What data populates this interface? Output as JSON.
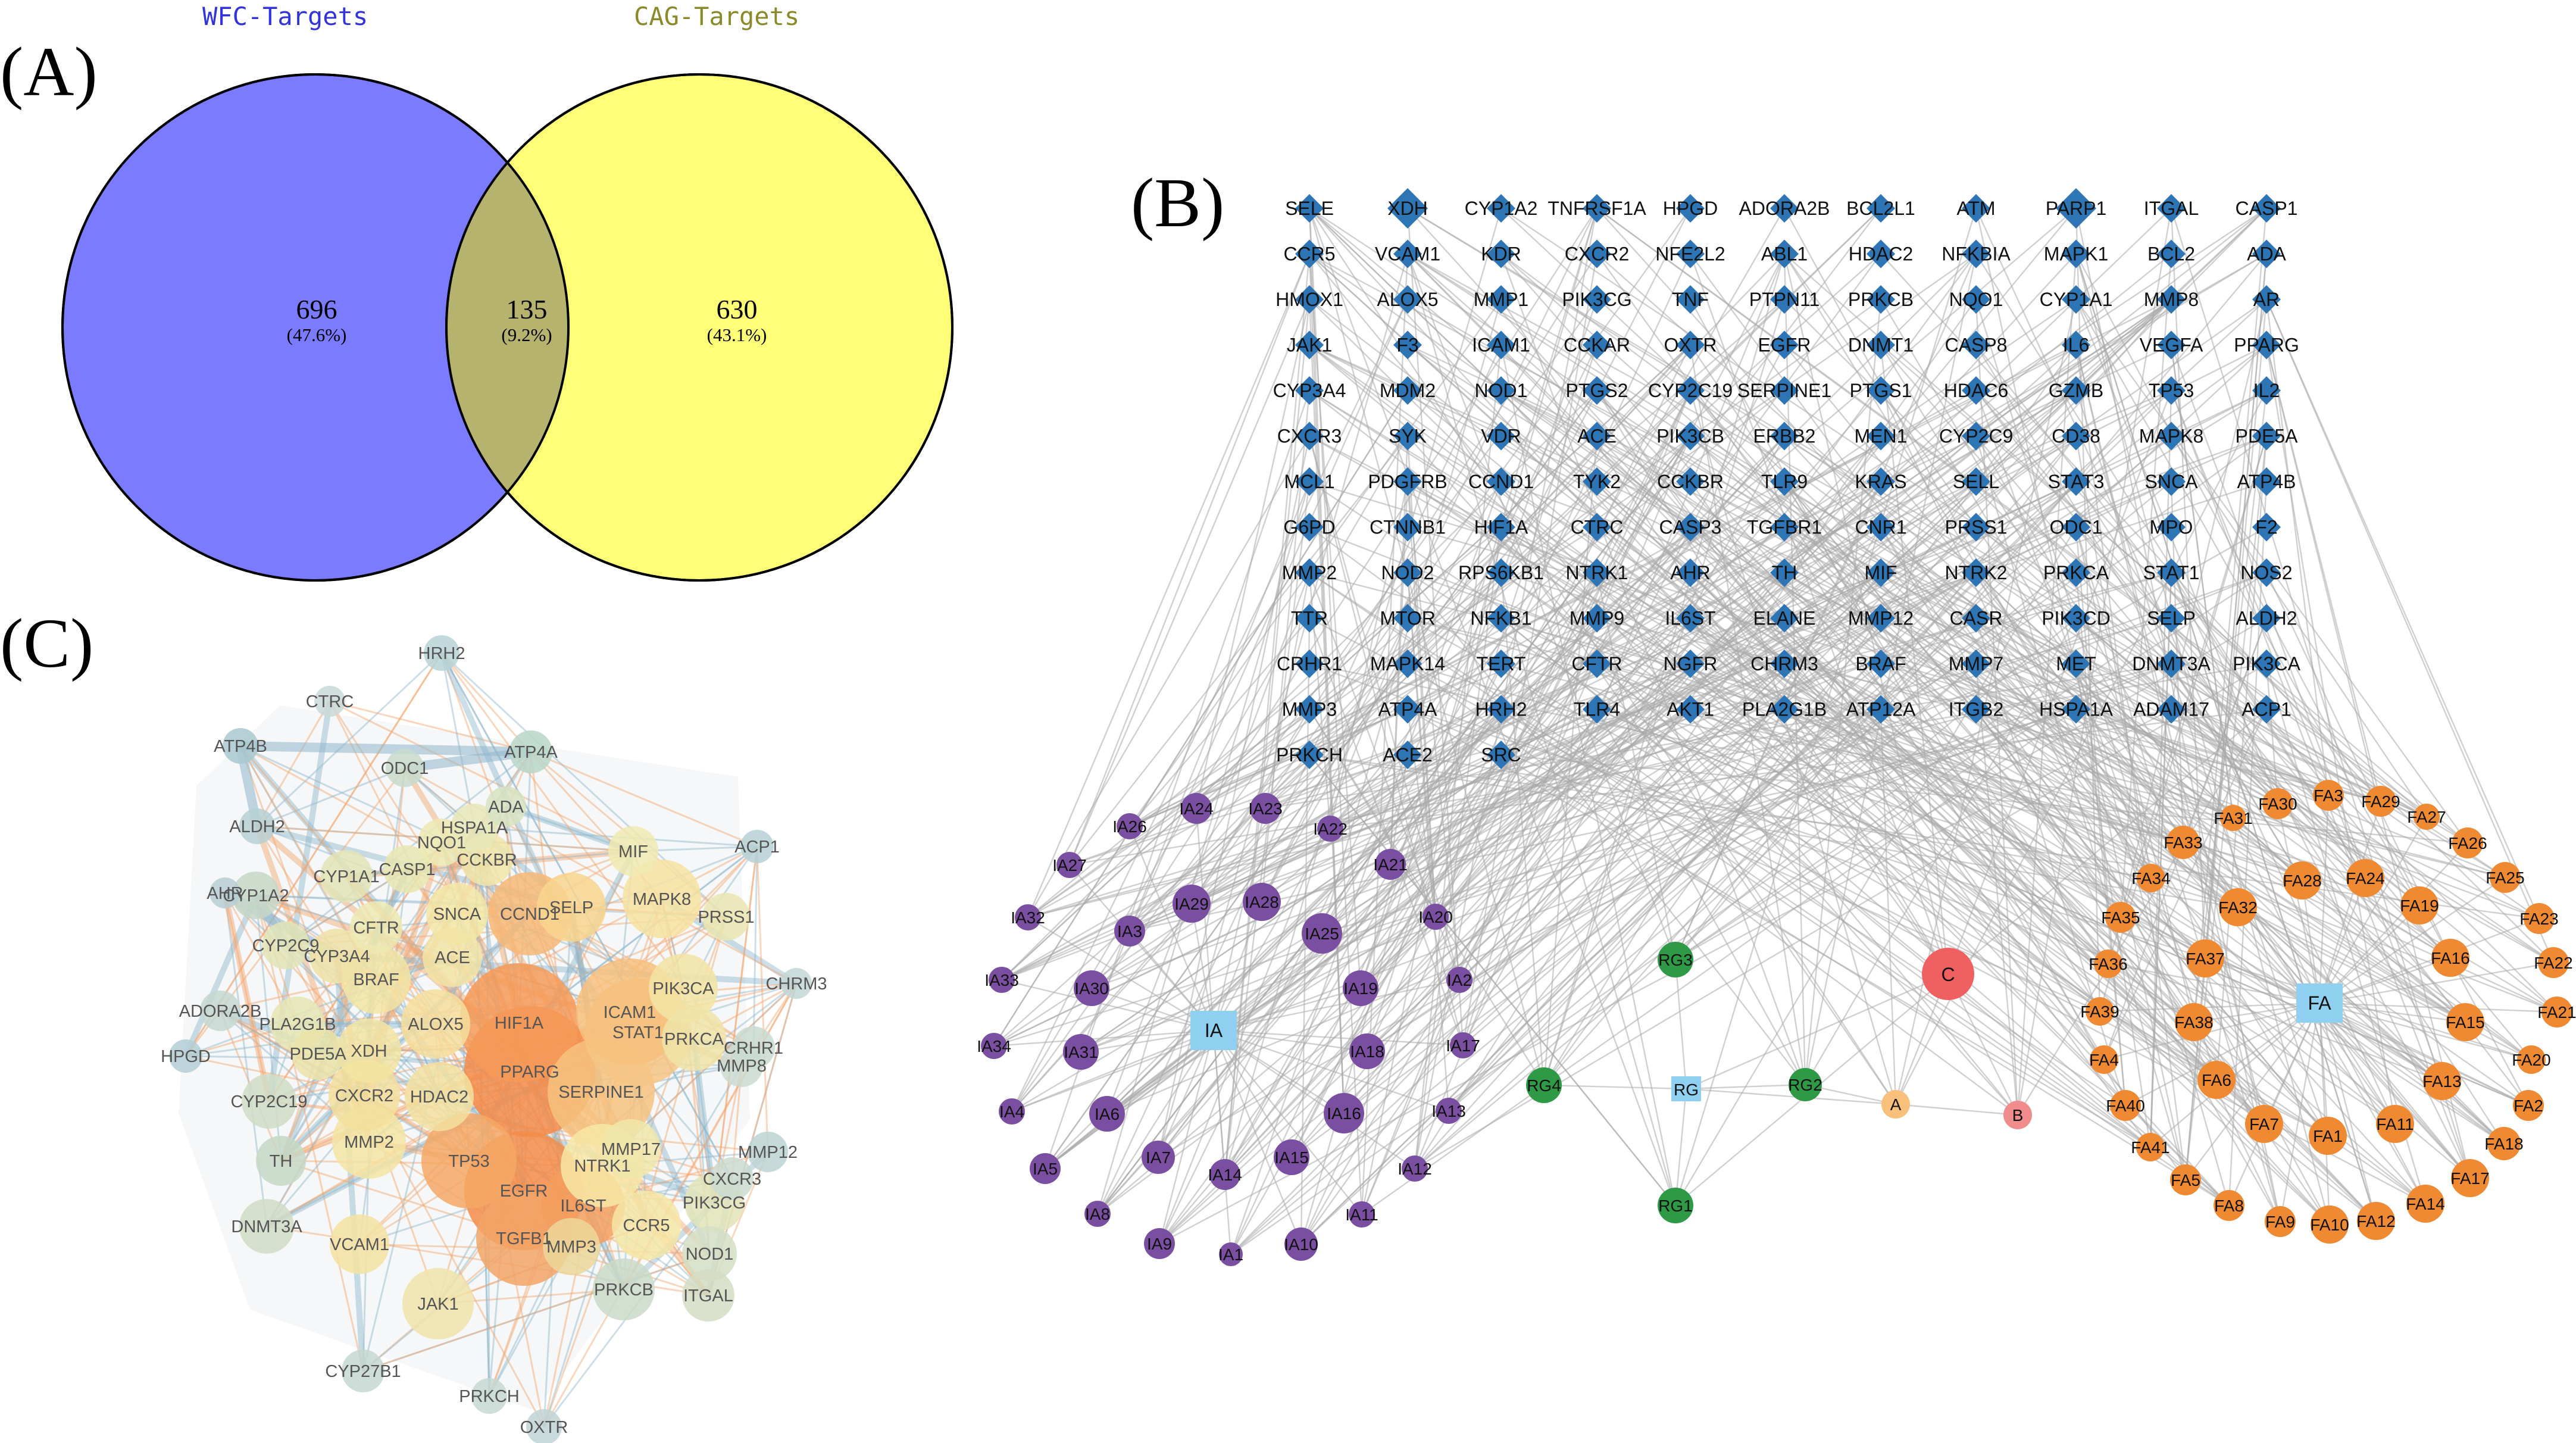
{
  "panels": {
    "a": "(A)",
    "b": "(B)",
    "c": "(C)"
  },
  "venn": {
    "left_title": "WFC-Targets",
    "right_title": "CAG-Targets",
    "left_count": "696",
    "left_pct": "(47.6%)",
    "mid_count": "135",
    "mid_pct": "(9.2%)",
    "right_count": "630",
    "right_pct": "(43.1%)"
  },
  "colors": {
    "venn_left": "#7b7bff",
    "venn_right": "#ffff77",
    "venn_overlap": "#b5b36d",
    "left_title": "#3333dd",
    "right_title": "#8a8a2a",
    "target_node": "#2e75b6",
    "ia_node": "#7a4fa1",
    "fa_node": "#f08a32",
    "rg_node": "#2e9a45",
    "hub_square": "#8fd0f0",
    "c_node": "#f06060",
    "a_node": "#f8c07a",
    "b_node": "#f08c8c",
    "edge": "#a9a9a9"
  },
  "network": {
    "targets": [
      [
        "SELE",
        "XDH",
        "CYP1A2",
        "TNFRSF1A",
        "HPGD",
        "ADORA2B",
        "BCL2L1",
        "ATM",
        "PARP1",
        "ITGAL",
        "CASP1"
      ],
      [
        "CCR5",
        "VCAM1",
        "KDR",
        "CXCR2",
        "NFE2L2",
        "ABL1",
        "HDAC2",
        "NFKBIA",
        "MAPK1",
        "BCL2",
        "ADA"
      ],
      [
        "HMOX1",
        "ALOX5",
        "MMP1",
        "PIK3CG",
        "TNF",
        "PTPN11",
        "PRKCB",
        "NQO1",
        "CYP1A1",
        "MMP8",
        "AR"
      ],
      [
        "JAK1",
        "F3",
        "ICAM1",
        "CCKAR",
        "OXTR",
        "EGFR",
        "DNMT1",
        "CASP8",
        "IL6",
        "VEGFA",
        "PPARG"
      ],
      [
        "CYP3A4",
        "MDM2",
        "NOD1",
        "PTGS2",
        "CYP2C19",
        "SERPINE1",
        "PTGS1",
        "HDAC6",
        "GZMB",
        "TP53",
        "IL2"
      ],
      [
        "CXCR3",
        "SYK",
        "VDR",
        "ACE",
        "PIK3CB",
        "ERBB2",
        "MEN1",
        "CYP2C9",
        "CD38",
        "MAPK8",
        "PDE5A"
      ],
      [
        "MCL1",
        "PDGFRB",
        "CCND1",
        "TYK2",
        "CCKBR",
        "TLR9",
        "KRAS",
        "SELL",
        "STAT3",
        "SNCA",
        "ATP4B"
      ],
      [
        "G6PD",
        "CTNNB1",
        "HIF1A",
        "CTRC",
        "CASP3",
        "TGFBR1",
        "CNR1",
        "PRSS1",
        "ODC1",
        "MPO",
        "F2"
      ],
      [
        "MMP2",
        "NOD2",
        "RPS6KB1",
        "NTRK1",
        "AHR",
        "TH",
        "MIF",
        "NTRK2",
        "PRKCA",
        "STAT1",
        "NOS2"
      ],
      [
        "TTR",
        "MTOR",
        "NFKB1",
        "MMP9",
        "IL6ST",
        "ELANE",
        "MMP12",
        "CASR",
        "PIK3CD",
        "SELP",
        "ALDH2"
      ],
      [
        "CRHR1",
        "MAPK14",
        "TERT",
        "CFTR",
        "NGFR",
        "CHRM3",
        "BRAF",
        "MMP7",
        "MET",
        "DNMT3A",
        "PIK3CA"
      ],
      [
        "MMP3",
        "ATP4A",
        "HRH2",
        "TLR4",
        "AKT1",
        "PLA2G1B",
        "ATP12A",
        "ITGB2",
        "HSPA1A",
        "ADAM17",
        "ACP1"
      ],
      [
        "PRKCH",
        "ACE2",
        "SRC"
      ]
    ],
    "ia_hub": "IA",
    "fa_hub": "FA",
    "rg_hub": "RG",
    "c": "C",
    "a": "A",
    "b": "B",
    "rg_nodes": [
      "RG1",
      "RG2",
      "RG3",
      "RG4"
    ],
    "ia_nodes": [
      "IA1",
      "IA2",
      "IA3",
      "IA4",
      "IA5",
      "IA6",
      "IA7",
      "IA8",
      "IA9",
      "IA10",
      "IA11",
      "IA12",
      "IA13",
      "IA14",
      "IA15",
      "IA16",
      "IA17",
      "IA18",
      "IA19",
      "IA20",
      "IA21",
      "IA22",
      "IA23",
      "IA24",
      "IA25",
      "IA26",
      "IA27",
      "IA28",
      "IA29",
      "IA30",
      "IA31",
      "IA32",
      "IA33",
      "IA34"
    ],
    "fa_nodes": [
      "FA1",
      "FA2",
      "FA3",
      "FA4",
      "FA5",
      "FA6",
      "FA7",
      "FA8",
      "FA9",
      "FA10",
      "FA11",
      "FA12",
      "FA13",
      "FA14",
      "FA15",
      "FA16",
      "FA17",
      "FA18",
      "FA19",
      "FA20",
      "FA21",
      "FA22",
      "FA23",
      "FA24",
      "FA25",
      "FA26",
      "FA27",
      "FA28",
      "FA29",
      "FA30",
      "FA31",
      "FA32",
      "FA33",
      "FA34",
      "FA35",
      "FA36",
      "FA37",
      "FA38",
      "FA39",
      "FA40",
      "FA41"
    ]
  },
  "ppi": {
    "nodes": [
      "HRH2",
      "CTRC",
      "ATP4B",
      "ODC1",
      "ATP4A",
      "ADA",
      "ALDH2",
      "HSPA1A",
      "ACP1",
      "MIF",
      "NQO1",
      "CCKBR",
      "CASP1",
      "CYP1A1",
      "CYP1A2",
      "AHR",
      "MAPK8",
      "SNCA",
      "SELP",
      "CCND1",
      "PRSS1",
      "CFTR",
      "CYP2C9",
      "ACE",
      "CYP3A4",
      "BRAF",
      "PIK3CA",
      "CHRM3",
      "ADORA2B",
      "PLA2G1B",
      "ALOX5",
      "ICAM1",
      "HIF1A",
      "STAT1",
      "CRHR1",
      "HPGD",
      "PDE5A",
      "XDH",
      "PRKCA",
      "MMP8",
      "CYP2C19",
      "HDAC2",
      "PPARG",
      "SERPINE1",
      "MMP2",
      "NTRK1",
      "MMP12",
      "CXCR2",
      "CXCR3",
      "TH",
      "MMP17",
      "PIK3CG",
      "EGFR",
      "IL6ST",
      "DNMT3A",
      "CCR5",
      "NOD1",
      "TGFB1",
      "MMP3",
      "PRKCB",
      "ITGAL",
      "JAK1",
      "CYP27B1",
      "PRKCH",
      "OXTR",
      "VCAM1",
      "TP53"
    ]
  }
}
